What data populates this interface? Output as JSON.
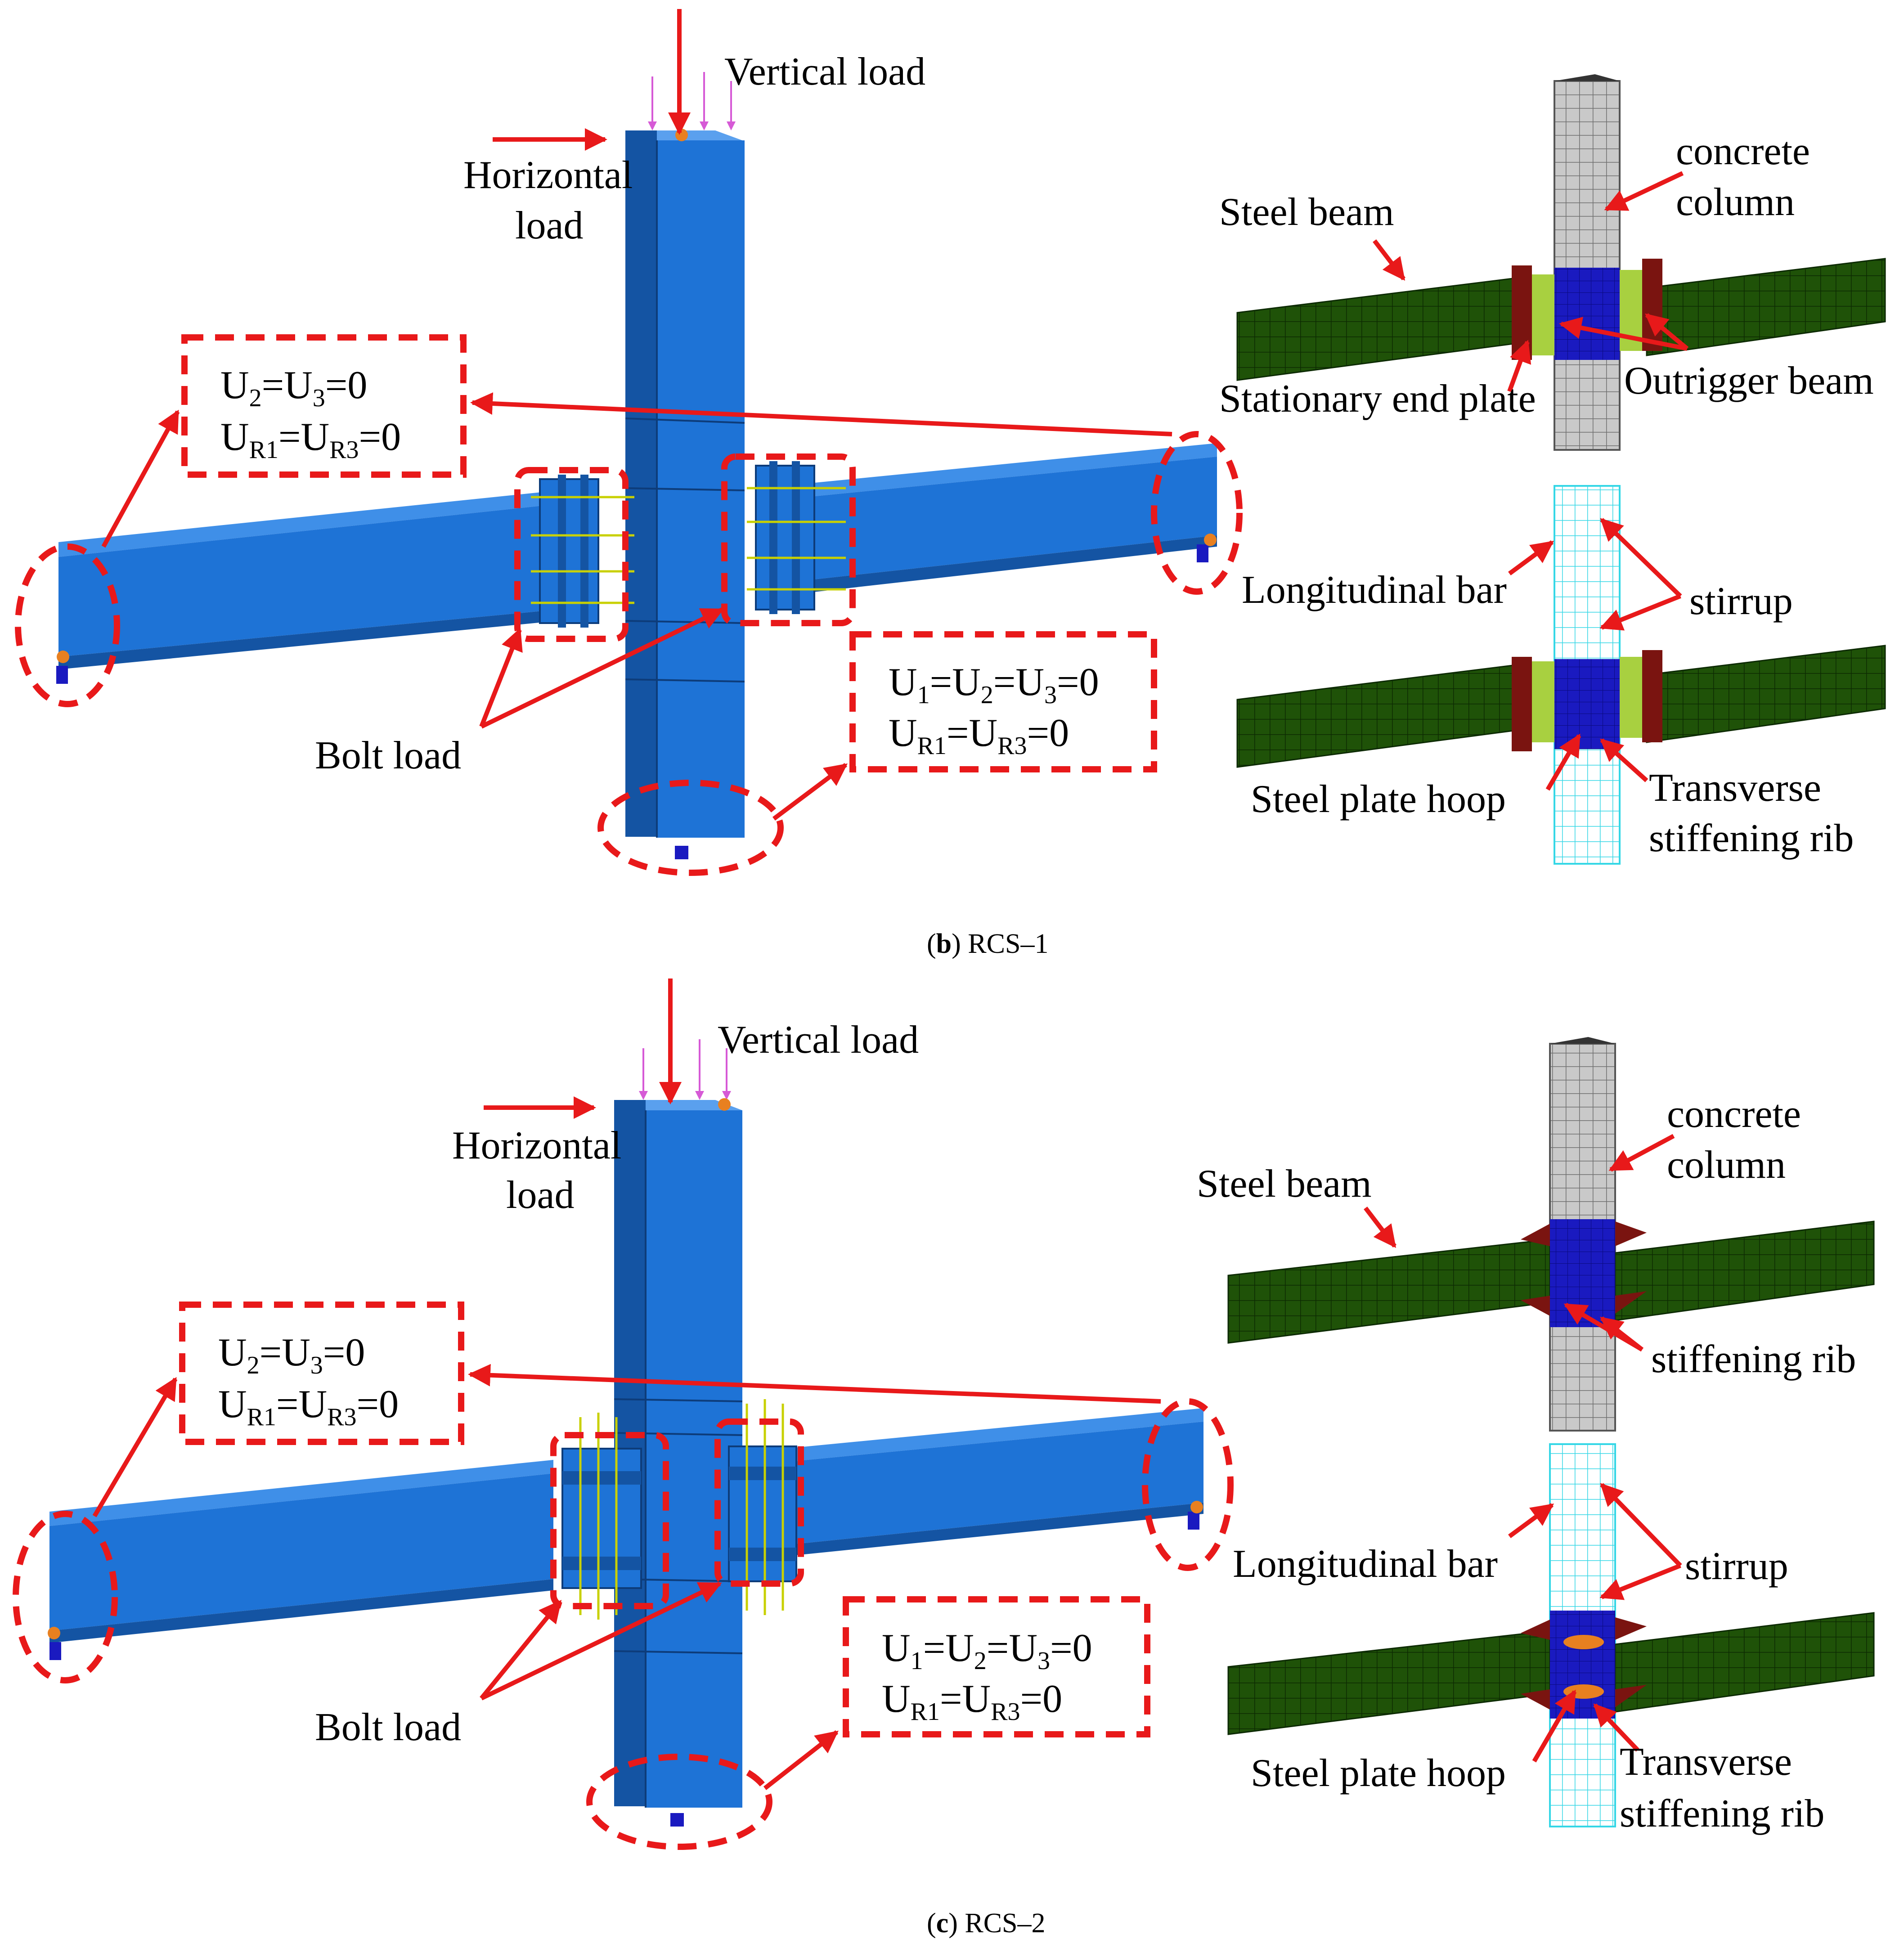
{
  "colors": {
    "blue_main": "#1e73d6",
    "blue_dark": "#1454a3",
    "blue_light": "#3f8fe8",
    "red": "#e8191a",
    "green": "#1f5208",
    "grey_mesh": "#c8c8c8",
    "cyan": "#35d7e6",
    "navy": "#1a1ac0",
    "dark_red": "#7a1410",
    "yellow_green": "#a8d040"
  },
  "panels": [
    {
      "caption_letter": "b",
      "caption_rest": ") RCS–1",
      "labels": {
        "vertical_load": "Vertical load",
        "horizontal_load_1": "Horizontal",
        "horizontal_load_2": "load",
        "bolt_load": "Bolt load",
        "steel_beam": "Steel beam",
        "concrete_1": "concrete",
        "concrete_2": "column",
        "stationary_end_plate": "Stationary end plate",
        "outrigger_beam": "Outrigger beam",
        "longitudinal_bar": "Longitudinal bar",
        "stirrup": "stirrup",
        "steel_plate_hoop": "Steel plate hoop",
        "transverse_1": "Transverse",
        "transverse_2": "stiffening rib"
      }
    },
    {
      "caption_letter": "c",
      "caption_rest": ") RCS–2",
      "labels": {
        "vertical_load": "Vertical load",
        "horizontal_load_1": "Horizontal",
        "horizontal_load_2": "load",
        "bolt_load": "Bolt load",
        "steel_beam": "Steel beam",
        "concrete_1": "concrete",
        "concrete_2": "column",
        "stiffening_rib": "stiffening rib",
        "longitudinal_bar": "Longitudinal bar",
        "stirrup": "stirrup",
        "steel_plate_hoop": "Steel plate hoop",
        "transverse_1": "Transverse",
        "transverse_2": "stiffening rib"
      }
    }
  ],
  "bc_beam_end": {
    "l1_a": "U",
    "l1_a_sub": "2",
    "l1_b": "=U",
    "l1_b_sub": "3",
    "l1_c": "=0",
    "l2_a": "U",
    "l2_a_sub": "R1",
    "l2_b": "=U",
    "l2_b_sub": "R3",
    "l2_c": "=0"
  },
  "bc_column_base": {
    "l1_a": "U",
    "l1_a_sub": "1",
    "l1_b": "=U",
    "l1_b_sub": "2",
    "l1_c": "=U",
    "l1_c_sub": "3",
    "l1_d": "=0",
    "l2_a": "U",
    "l2_a_sub": "R1",
    "l2_b": "=U",
    "l2_b_sub": "R3",
    "l2_c": "=0"
  }
}
